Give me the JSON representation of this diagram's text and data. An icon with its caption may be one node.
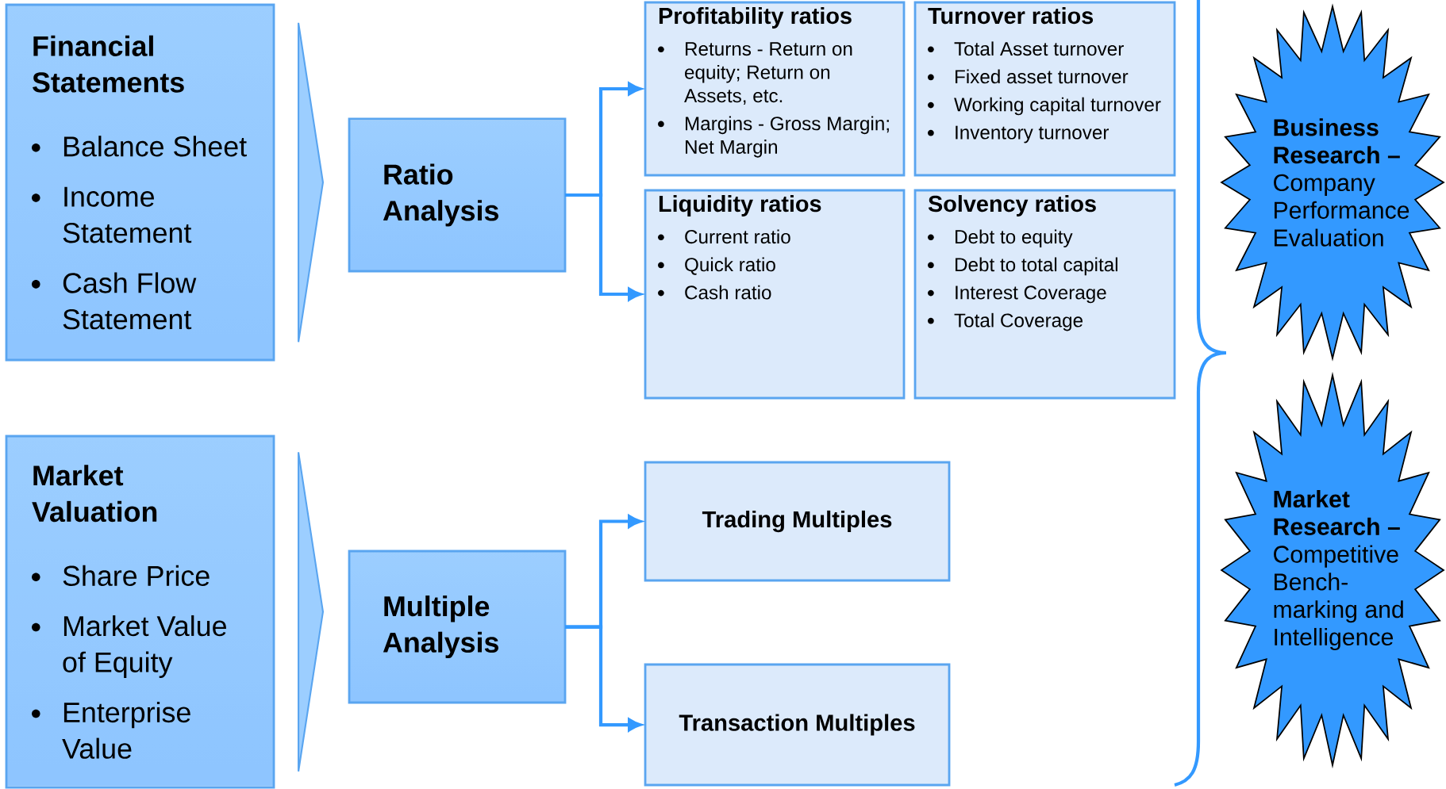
{
  "diagram": {
    "nodes": [
      {
        "text": [
          "Financial Statements",
          "Balance Sheet",
          "Income Statement",
          "Cash Flow Statement"
        ]
      },
      {
        "text": [
          "Ratio Analysis"
        ]
      },
      {
        "text": [
          "Profitability ratios",
          "Returns - Return on equity; Return on Assets, etc.",
          "Margins - Gross Margin; Net Margin"
        ]
      },
      {
        "text": [
          "Turnover ratios",
          "Total Asset turnover",
          "Fixed asset turnover",
          "Working capital turnover",
          "Inventory turnover"
        ]
      },
      {
        "text": [
          "Liquidity ratios",
          "Current ratio",
          "Quick ratio",
          "Cash ratio"
        ]
      },
      {
        "text": [
          "Solvency ratios",
          "Debt to equity",
          "Debt to total capital",
          "Interest Coverage",
          "Total Coverage"
        ]
      },
      {
        "text": [
          "Market Valuation",
          "Share Price",
          "Market Value of Equity",
          "Enterprise Value"
        ]
      },
      {
        "text": [
          "Multiple Analysis"
        ]
      },
      {
        "text": [
          "Trading Multiples"
        ]
      },
      {
        "text": [
          "Transaction Multiples"
        ]
      },
      {
        "text": [
          "Business Research –",
          "Company Performance Evaluation"
        ]
      },
      {
        "text": [
          "Market Research –",
          "Competitive Bench-marking and Intelligence"
        ]
      }
    ],
    "edges": [
      {
        "from": 0,
        "to": 1,
        "arrow": "to",
        "style": "thick"
      },
      {
        "from": 1,
        "to": 2,
        "arrow": "to"
      },
      {
        "from": 1,
        "to": 4,
        "arrow": "to"
      },
      {
        "from": 6,
        "to": 7,
        "arrow": "to",
        "style": "thick"
      },
      {
        "from": 7,
        "to": 8,
        "arrow": "to"
      },
      {
        "from": 7,
        "to": 9,
        "arrow": "to"
      }
    ]
  }
}
